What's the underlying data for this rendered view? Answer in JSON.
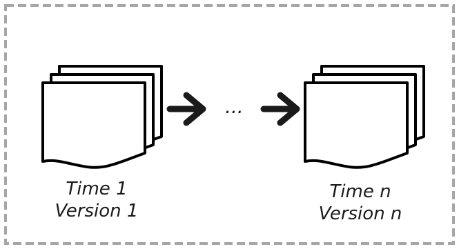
{
  "diagram": {
    "left": {
      "time_label": "Time 1",
      "version_label": "Version 1"
    },
    "right": {
      "time_label": "Time n",
      "version_label": "Version n"
    },
    "ellipsis": "..."
  }
}
